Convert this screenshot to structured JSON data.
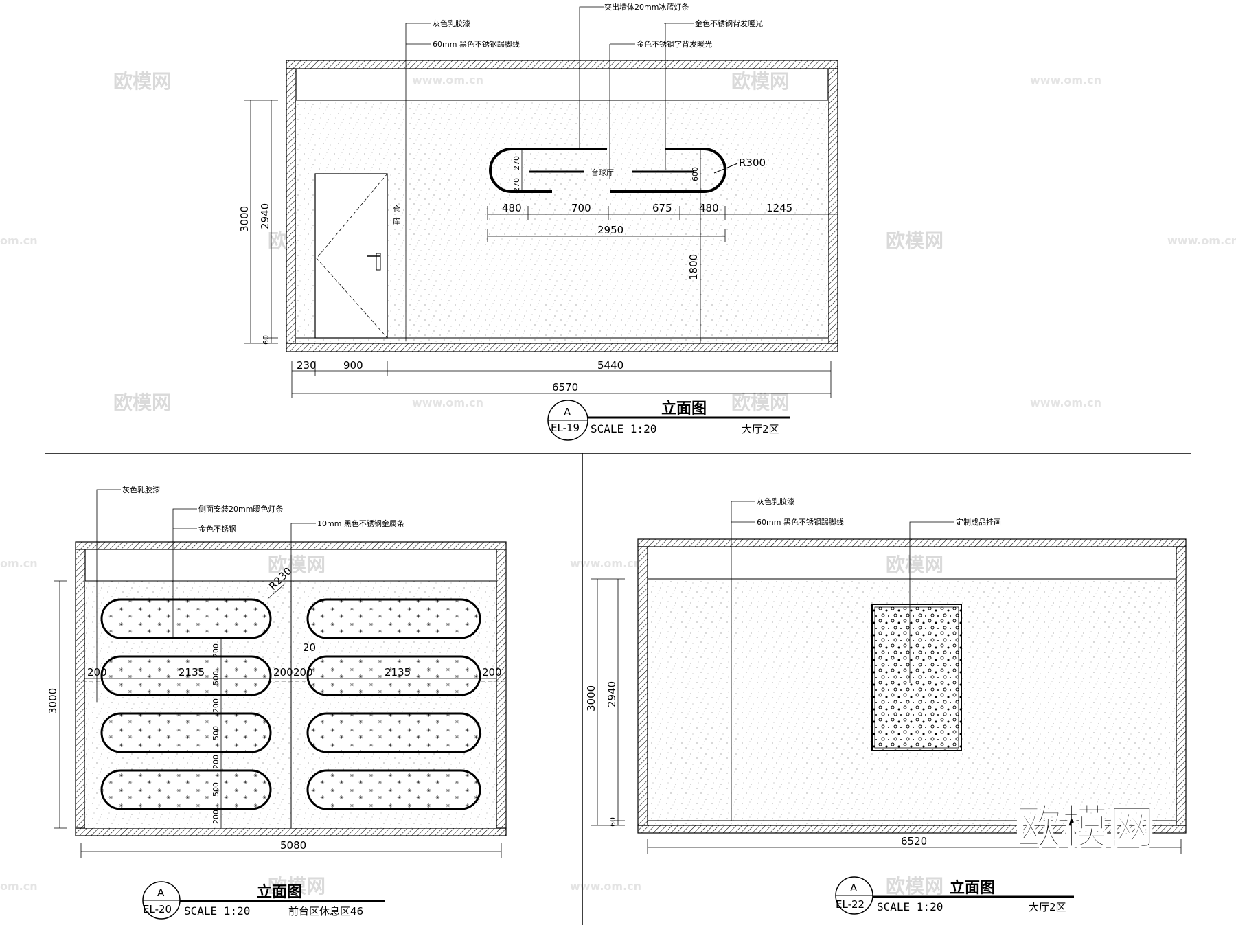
{
  "watermarks": {
    "brand": "欧模网",
    "site": "www.om.cn",
    "site_short": "om.cn",
    "big_brand": "欧模网"
  },
  "el19": {
    "callouts": {
      "latex_paint": "灰色乳胶漆",
      "skirting": "60mm 黑色不锈钢踢脚线",
      "led_strip": "突出墙体20mm冰蓝灯条",
      "gold_steel_backlight": "金色不锈钢背发暖光",
      "gold_steel_letters": "金色不锈钢字背发暖光"
    },
    "sign_text": "台球厅",
    "door_text_1": "仓",
    "door_text_2": "库",
    "radius_label": "R300",
    "dims": {
      "d270a": "270",
      "d270b": "270",
      "d600": "600",
      "d480a": "480",
      "d700": "700",
      "d675": "675",
      "d480b": "480",
      "d1245": "1245",
      "d2950": "2950",
      "d1800": "1800",
      "d3000": "3000",
      "d2940": "2940",
      "d60": "60",
      "d230": "230",
      "d900": "900",
      "d5440": "5440",
      "d6570": "6570"
    },
    "title": "立面图",
    "bubble_top": "A",
    "bubble_bottom": "EL-19",
    "scale": "SCALE 1:20",
    "area": "大厅2区"
  },
  "el20": {
    "callouts": {
      "latex_paint": "灰色乳胶漆",
      "side_led": "侧面安装20mm暖色灯条",
      "gold_steel": "金色不锈钢",
      "black_strip": "10mm 黑色不锈钢金属条"
    },
    "radius_label": "R230",
    "dims": {
      "d200_l": "200",
      "d2135_l": "2135",
      "d200_ml": "200",
      "d200_mr": "200",
      "d2135_r": "2135",
      "d200_r": "200",
      "d20": "20",
      "v200a": "200",
      "v500a": "500",
      "v200b": "200",
      "v500b": "500",
      "v200c": "200",
      "v500c": "500",
      "v200d": "200",
      "d3000": "3000",
      "d5080": "5080"
    },
    "title": "立面图",
    "bubble_top": "A",
    "bubble_bottom": "EL-20",
    "scale": "SCALE 1:20",
    "area": "前台区休息区46"
  },
  "el22": {
    "callouts": {
      "latex_paint": "灰色乳胶漆",
      "skirting": "60mm 黑色不锈钢踢脚线",
      "painting": "定制成品挂画"
    },
    "dims": {
      "d3000": "3000",
      "d2940": "2940",
      "d60": "60",
      "d6520": "6520"
    },
    "title": "立面图",
    "bubble_top": "A",
    "bubble_bottom": "EL-22",
    "scale": "SCALE 1:20",
    "area": "大厅2区"
  }
}
